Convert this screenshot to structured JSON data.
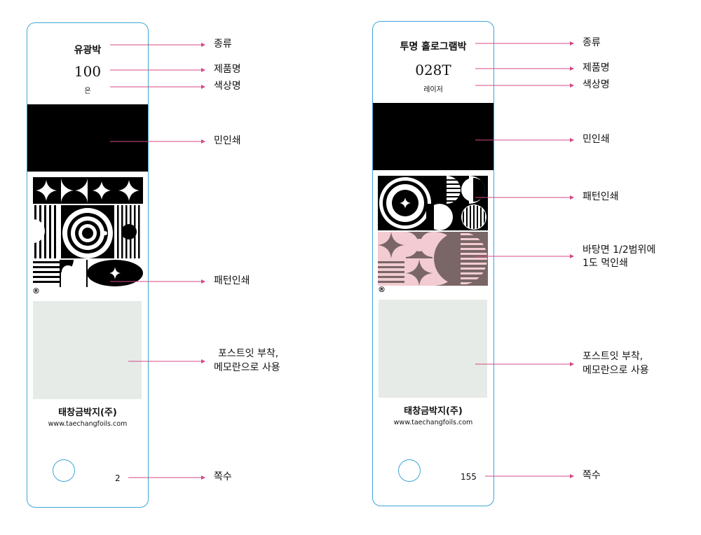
{
  "accent": {
    "card_border": "#3ea7d6",
    "leader_line": "#d44a86",
    "memo_fill": "#e7ebe8",
    "pink": "#f2ccd2",
    "mauve": "#7a6666"
  },
  "cards": [
    {
      "type": "유광박",
      "product": "100",
      "color": "은",
      "reg_mark": "®",
      "company": "태창금박지(주)",
      "website": "www.taechangfoils.com",
      "page": "2",
      "labels": {
        "type": "종류",
        "product": "제품명",
        "color": "색상명",
        "plain_print": "민인쇄",
        "pattern_print": "패턴인쇄",
        "memo_line1": "포스트잇 부착,",
        "memo_line2": "메모란으로 사용",
        "page": "쪽수"
      }
    },
    {
      "type": "투명 홀로그램박",
      "product": "028T",
      "color": "레이저",
      "reg_mark": "®",
      "company": "태창금박지(주)",
      "website": "www.taechangfoils.com",
      "page": "155",
      "labels": {
        "type": "종류",
        "product": "제품명",
        "color": "색상명",
        "plain_print": "민인쇄",
        "pattern_print": "패턴인쇄",
        "halftone_line1": "바탕면 1/2범위에",
        "halftone_line2": "1도 먹인쇄",
        "memo_line1": "포스트잇 부착,",
        "memo_line2": "메모란으로 사용",
        "page": "쪽수"
      }
    }
  ]
}
